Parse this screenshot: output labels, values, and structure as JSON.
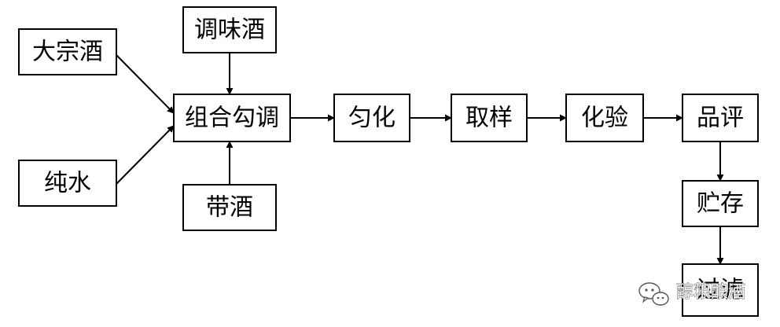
{
  "nodes": {
    "dazongjiu": "大宗酒",
    "chunshui": "纯水",
    "tiaoweijiu": "调味酒",
    "daijiu": "带酒",
    "zuhegoutiao": "组合勾调",
    "yunhua": "匀化",
    "quyang": "取样",
    "huayan": "化验",
    "pinping": "品评",
    "zhucun": "贮存",
    "guolv": "过滤"
  },
  "watermark": {
    "text": "醇粮酿酒",
    "icon": "wechat-icon"
  },
  "colors": {
    "line": "#000000",
    "box_fill": "#ffffff",
    "watermark_outline": "#333333"
  }
}
